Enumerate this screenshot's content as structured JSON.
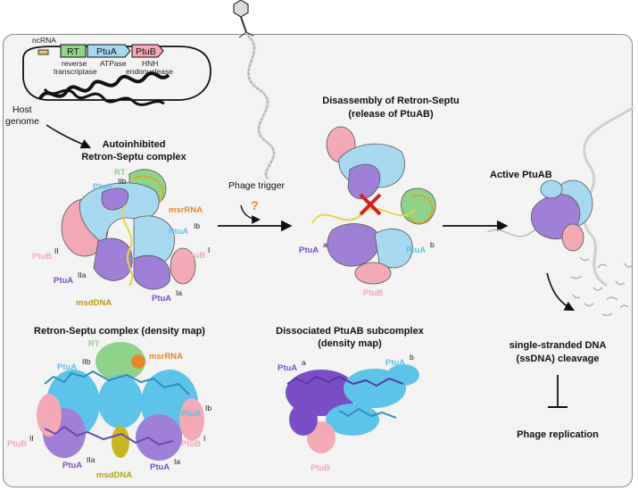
{
  "colors": {
    "rt": "#8fd48a",
    "ptua": "#a6d8f0",
    "ptua_dark": "#5ec3e8",
    "ptub": "#f3a9b6",
    "ptua_purple": "#a07fd6",
    "msrrna": "#e8862c",
    "msddna": "#c9b520",
    "cross": "#d22020"
  },
  "genome": {
    "ncrna": "ncRNA",
    "rt": "RT",
    "ptua": "PtuA",
    "ptub": "PtuB",
    "rt_desc": [
      "reverse",
      "transcriptase"
    ],
    "ptua_desc": "ATPase",
    "ptub_desc": [
      "HNH",
      "endonuclease"
    ],
    "host_genome": [
      "Host",
      "genome"
    ]
  },
  "autoinhibited": {
    "title": [
      "Autoinhibited",
      "Retron-Septu complex"
    ],
    "labels": {
      "rt": "RT",
      "ptua_iib": "PtuA",
      "ptua_iib_sup": "IIb",
      "msrrna": "msrRNA",
      "ptua_ib": "PtuA",
      "ptua_ib_sup": "Ib",
      "ptub_ii": "PtuB",
      "ptub_ii_sup": "II",
      "ptub_i": "PtuB",
      "ptub_i_sup": "I",
      "ptua_iia": "PtuA",
      "ptua_iia_sup": "IIa",
      "ptua_ia": "PtuA",
      "ptua_ia_sup": "Ia",
      "msddna": "msdDNA"
    }
  },
  "phage_trigger": "Phage trigger",
  "question": "?",
  "disassembly": {
    "title": [
      "Disassembly of Retron-Septu",
      "(release of PtuAB)"
    ],
    "labels": {
      "ptua_a": "PtuA",
      "ptua_a_sup": "a",
      "ptua_b": "PtuA",
      "ptua_b_sup": "b",
      "ptub": "PtuB"
    }
  },
  "active": {
    "title": "Active PtuAB"
  },
  "density1": {
    "title": "Retron-Septu complex (density map)",
    "labels": {
      "rt": "RT",
      "ptua_iib": "PtuA",
      "ptua_iib_sup": "IIb",
      "msrrna": "msrRNA",
      "ptua_ib": "PtuA",
      "ptua_ib_sup": "Ib",
      "ptub_ii": "PtuB",
      "ptub_ii_sup": "II",
      "ptub_i": "PtuB",
      "ptub_i_sup": "I",
      "ptua_iia": "PtuA",
      "ptua_iia_sup": "IIa",
      "ptua_ia": "PtuA",
      "ptua_ia_sup": "Ia",
      "msddna": "msdDNA"
    }
  },
  "density2": {
    "title": [
      "Dissociated PtuAB subcomplex",
      "(density map)"
    ],
    "labels": {
      "ptua_a": "PtuA",
      "ptua_a_sup": "a",
      "ptua_b": "PtuA",
      "ptua_b_sup": "b",
      "ptub": "PtuB"
    }
  },
  "ssdna": [
    "single-stranded DNA",
    "(ssDNA) cleavage"
  ],
  "phage_replication": "Phage replication"
}
